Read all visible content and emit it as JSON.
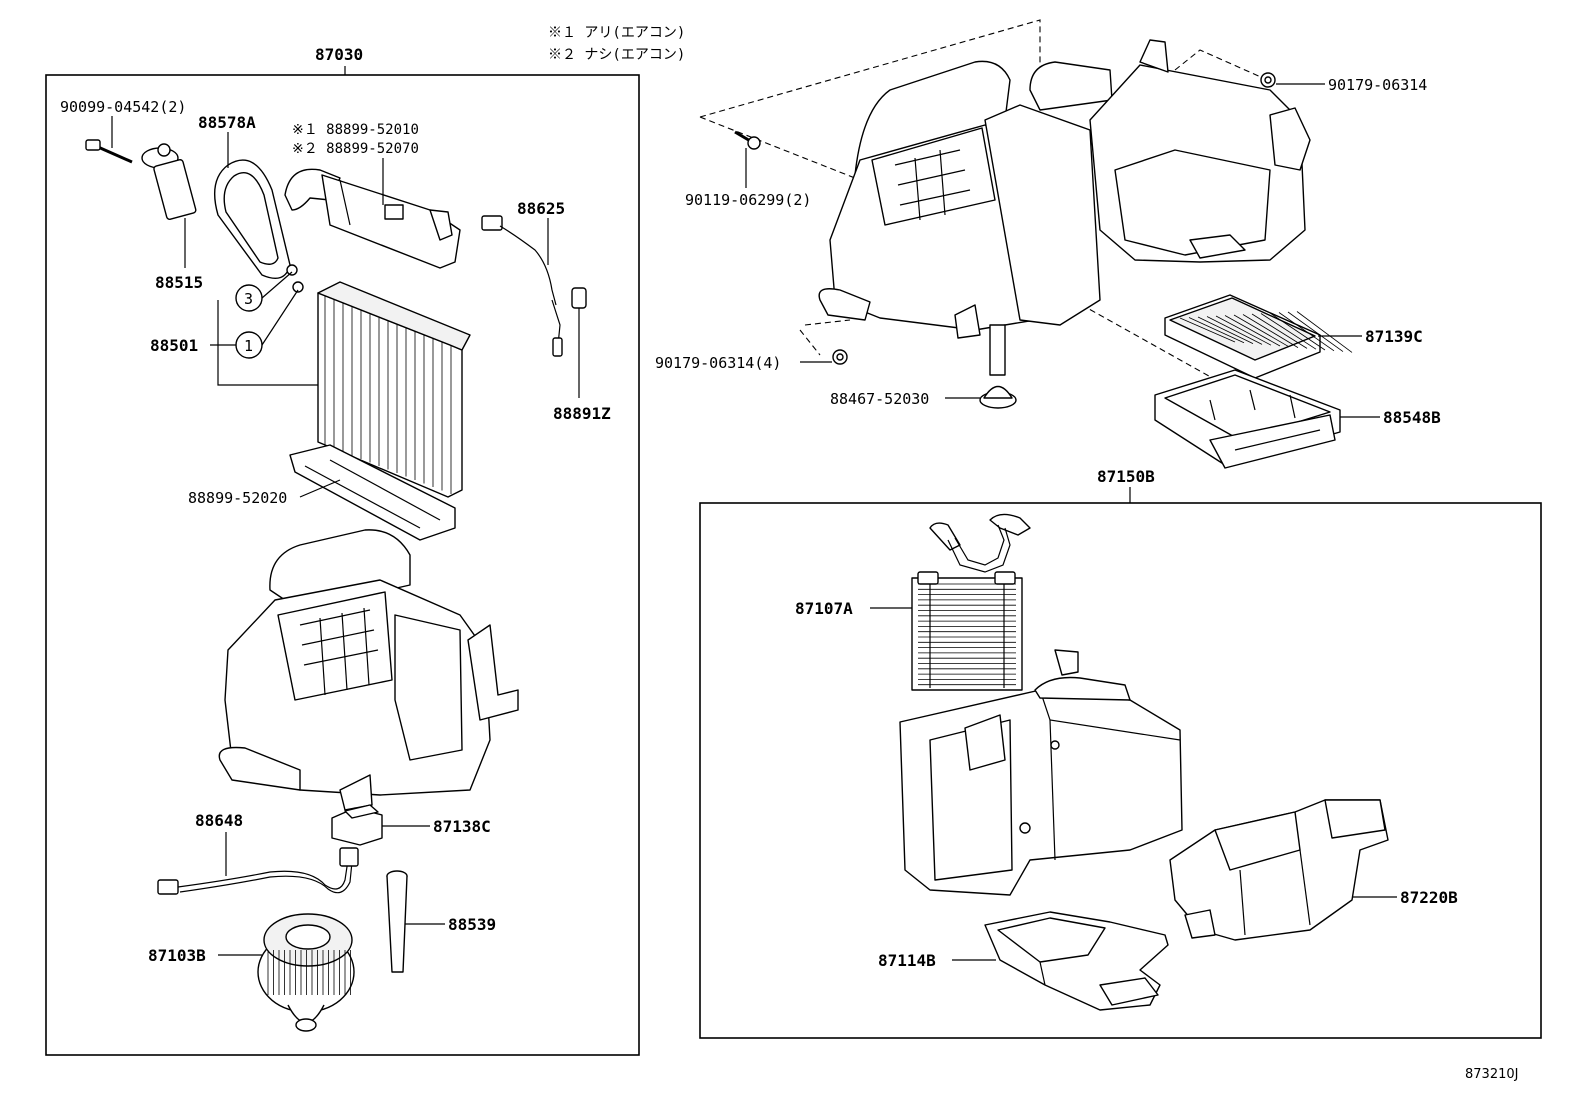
{
  "notes": {
    "note1": "※１ アリ(エアコン)",
    "note2": "※２ ナシ(エアコン)"
  },
  "left_group": {
    "assembly": "87030",
    "labels": {
      "p_90099": "90099-04542(2)",
      "p_88578a": "88578A",
      "p_note1_88899": "※１ 88899-52010",
      "p_note2_88899": "※２ 88899-52070",
      "p_88625": "88625",
      "p_88515": "88515",
      "p_circle3": "3",
      "p_88501": "88501",
      "p_circle1": "1",
      "p_88891z": "88891Z",
      "p_88899_52020": "88899-52020",
      "p_88648": "88648",
      "p_87138c": "87138C",
      "p_88539": "88539",
      "p_87103b": "87103B"
    }
  },
  "right_top": {
    "labels": {
      "p_90179_a": "90179-06314",
      "p_90119": "90119-06299(2)",
      "p_87139c": "87139C",
      "p_90179_b": "90179-06314(4)",
      "p_88467": "88467-52030",
      "p_88548b": "88548B"
    }
  },
  "right_group": {
    "assembly": "87150B",
    "labels": {
      "p_87107a": "87107A",
      "p_87220b": "87220B",
      "p_87114b": "87114B"
    }
  },
  "footer": {
    "code": "873210J"
  },
  "icons": [
    "bolt-icon",
    "nut-icon",
    "grommet-icon"
  ]
}
